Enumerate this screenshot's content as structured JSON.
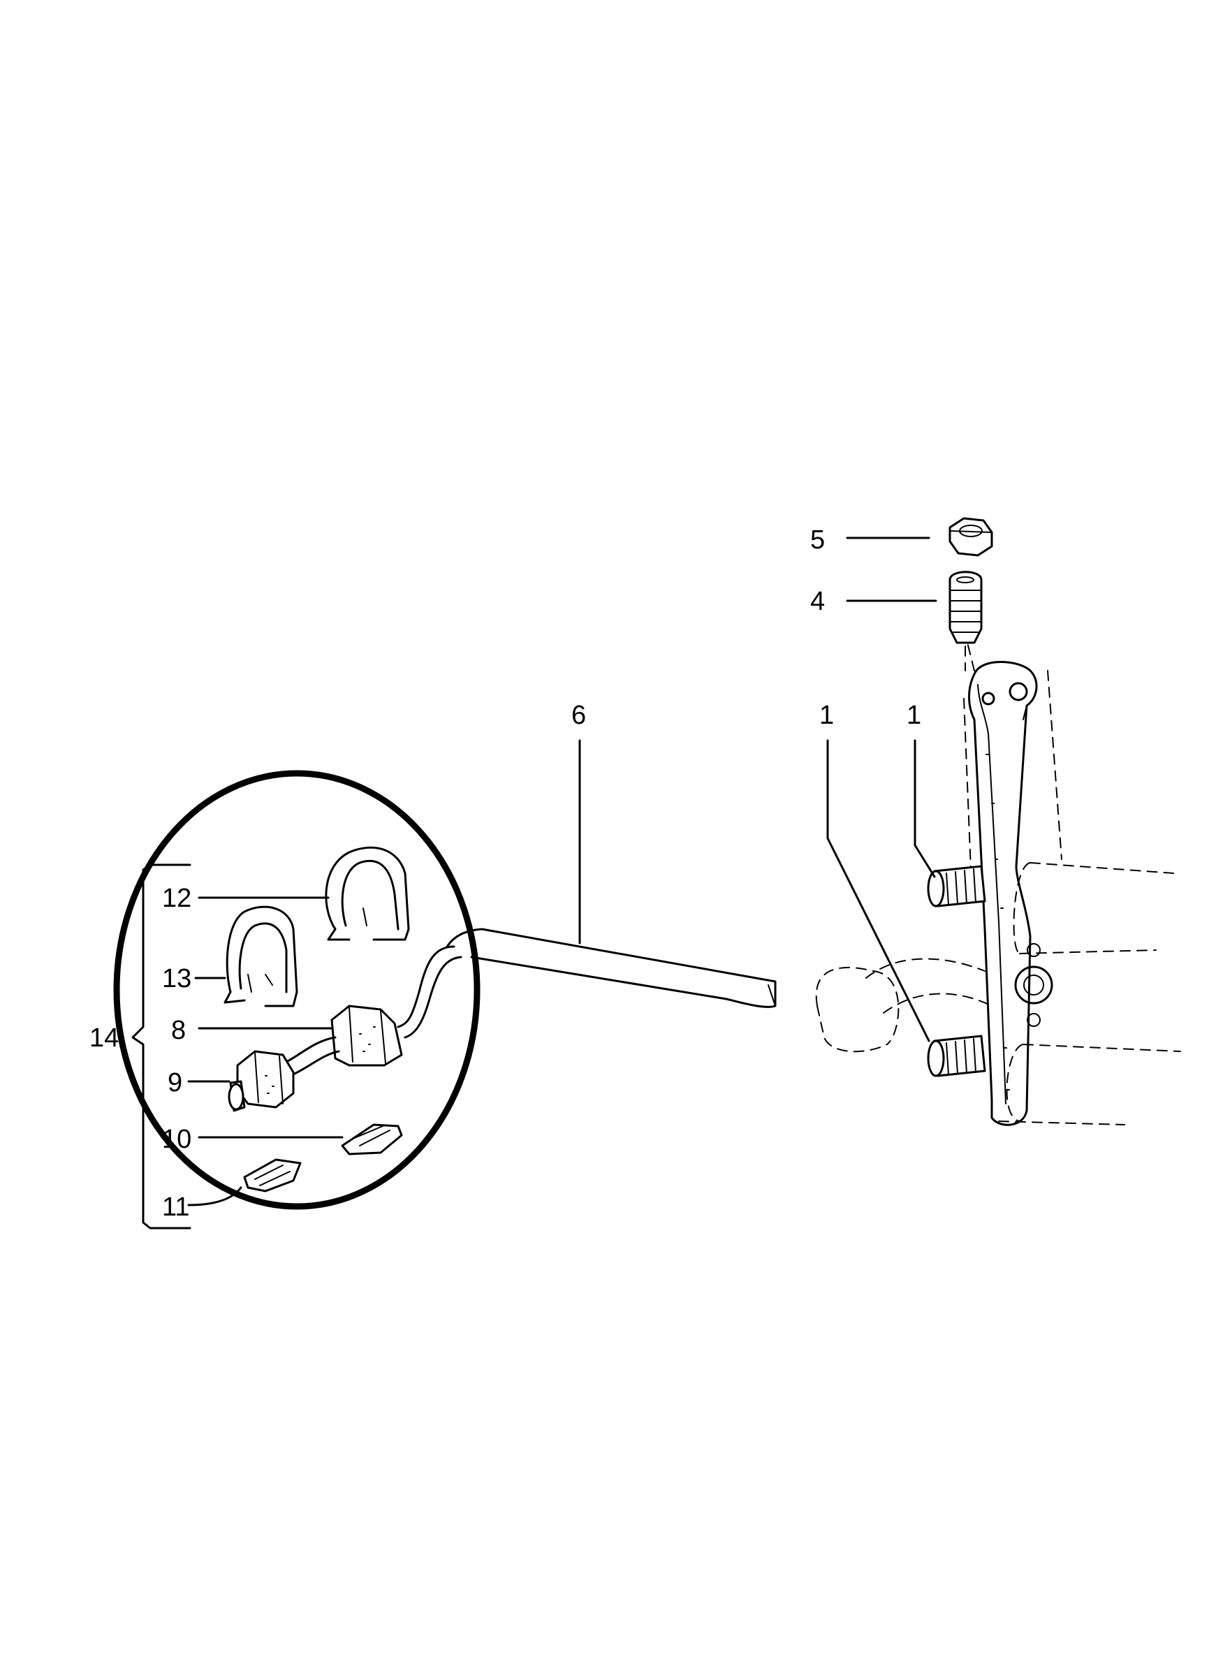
{
  "callouts": {
    "c1a": "1",
    "c1b": "1",
    "c4": "4",
    "c5": "5",
    "c6": "6",
    "c8": "8",
    "c9": "9",
    "c10": "10",
    "c11": "11",
    "c12": "12",
    "c13": "13",
    "c14": "14"
  }
}
